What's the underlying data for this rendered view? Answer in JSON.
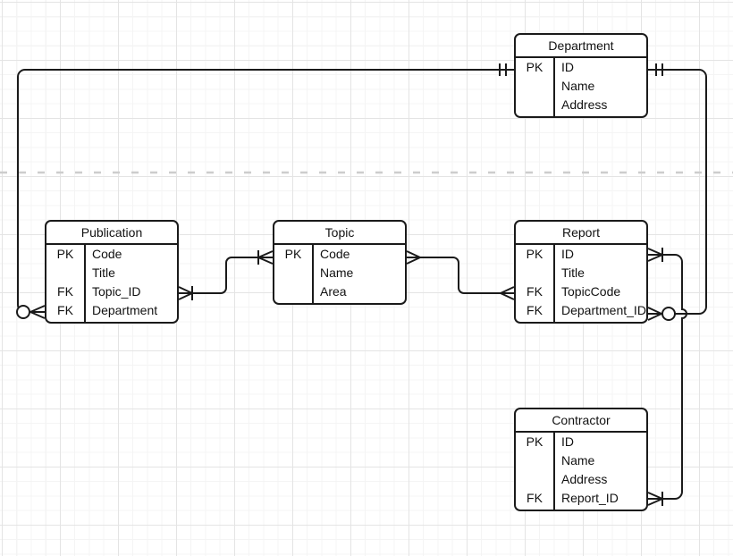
{
  "canvas": {
    "background_color": "#ffffff",
    "grid_minor_color": "#f4f4f4",
    "grid_major_color": "#e4e4e4",
    "page_divider_color": "#cdcdcd",
    "line_color": "#1a1a1a"
  },
  "entities": {
    "department": {
      "title": "Department",
      "rows": [
        {
          "key": "PK",
          "name": "ID"
        },
        {
          "key": "",
          "name": "Name"
        },
        {
          "key": "",
          "name": "Address"
        }
      ]
    },
    "publication": {
      "title": "Publication",
      "rows": [
        {
          "key": "PK",
          "name": "Code"
        },
        {
          "key": "",
          "name": "Title"
        },
        {
          "key": "FK",
          "name": "Topic_ID"
        },
        {
          "key": "FK",
          "name": "Department"
        }
      ]
    },
    "topic": {
      "title": "Topic",
      "rows": [
        {
          "key": "PK",
          "name": "Code"
        },
        {
          "key": "",
          "name": "Name"
        },
        {
          "key": "",
          "name": "Area"
        }
      ]
    },
    "report": {
      "title": "Report",
      "rows": [
        {
          "key": "PK",
          "name": "ID"
        },
        {
          "key": "",
          "name": "Title"
        },
        {
          "key": "FK",
          "name": "TopicCode"
        },
        {
          "key": "FK",
          "name": "Department_ID"
        }
      ]
    },
    "contractor": {
      "title": "Contractor",
      "rows": [
        {
          "key": "PK",
          "name": "ID"
        },
        {
          "key": "",
          "name": "Name"
        },
        {
          "key": "",
          "name": "Address"
        },
        {
          "key": "FK",
          "name": "Report_ID"
        }
      ]
    }
  },
  "relationships": [
    {
      "from": "Department",
      "to": "Publication",
      "from_end": "one-and-only-one",
      "to_end": "zero-or-many"
    },
    {
      "from": "Department",
      "to": "Report",
      "from_end": "one-and-only-one",
      "to_end": "zero-or-many"
    },
    {
      "from": "Publication",
      "to": "Topic",
      "from_end": "one-or-many",
      "to_end": "one-or-many"
    },
    {
      "from": "Topic",
      "to": "Report",
      "from_end": "many",
      "to_end": "many"
    },
    {
      "from": "Report",
      "to": "Contractor",
      "from_end": "one-or-many",
      "to_end": "one-or-many"
    }
  ]
}
